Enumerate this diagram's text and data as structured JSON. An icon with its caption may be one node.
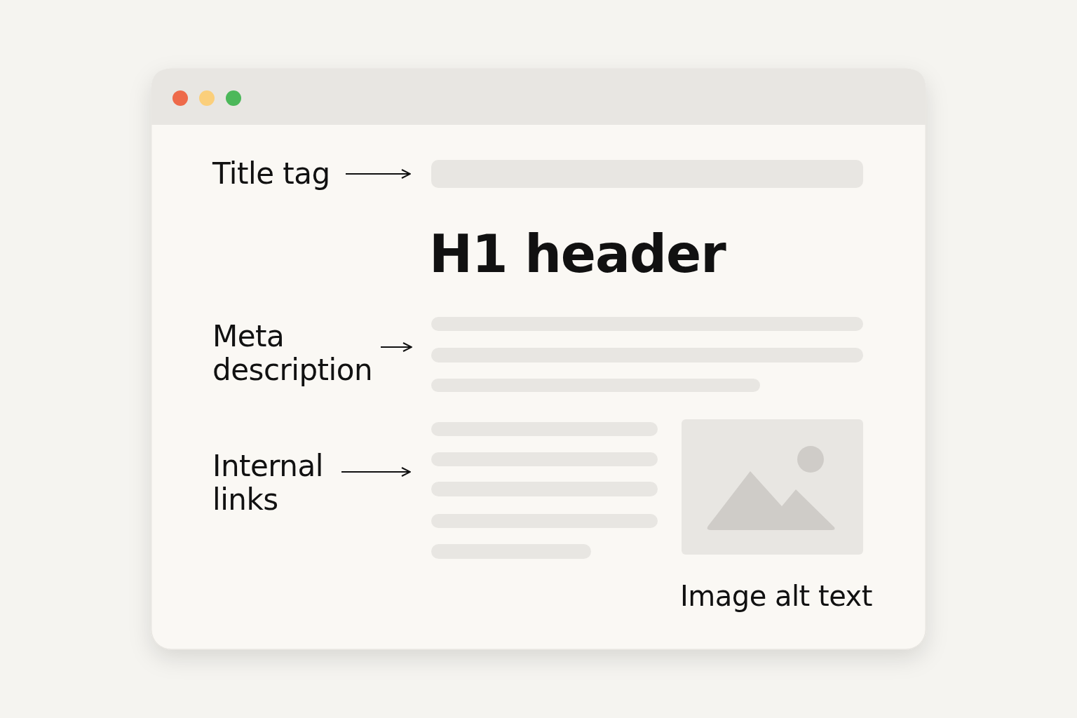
{
  "diagram": {
    "nodes": [
      {
        "text": [
          "Title tag"
        ]
      },
      {
        "text": [],
        "shape": "bar"
      },
      {
        "text": [
          "Meta description"
        ]
      },
      {
        "text": [
          "Internal links"
        ]
      }
    ],
    "edges": [
      {
        "from": 0,
        "to": 1,
        "arrow": "to"
      },
      {
        "from": 2,
        "to": null,
        "arrow": "to"
      },
      {
        "from": 3,
        "to": null,
        "arrow": "to"
      }
    ],
    "labels": [
      "H1 header",
      "Image alt text"
    ]
  }
}
